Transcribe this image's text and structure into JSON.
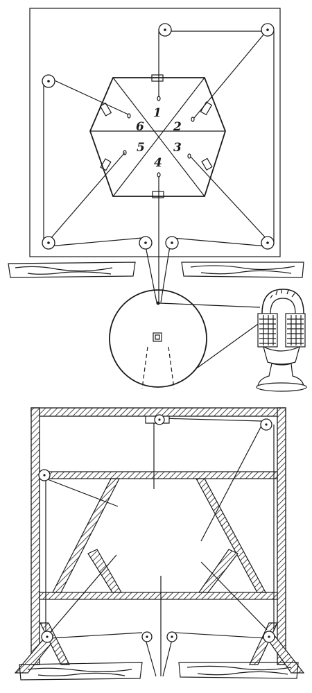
{
  "diagram": {
    "segment_labels": [
      "1",
      "2",
      "3",
      "4",
      "5",
      "6"
    ],
    "colors": {
      "ink": "#1a1a1a",
      "paper": "#ffffff"
    },
    "icons": [
      "pulley-icon",
      "electromagnet-icon",
      "wood-grain-plank-icon",
      "hatched-frame-icon"
    ]
  }
}
